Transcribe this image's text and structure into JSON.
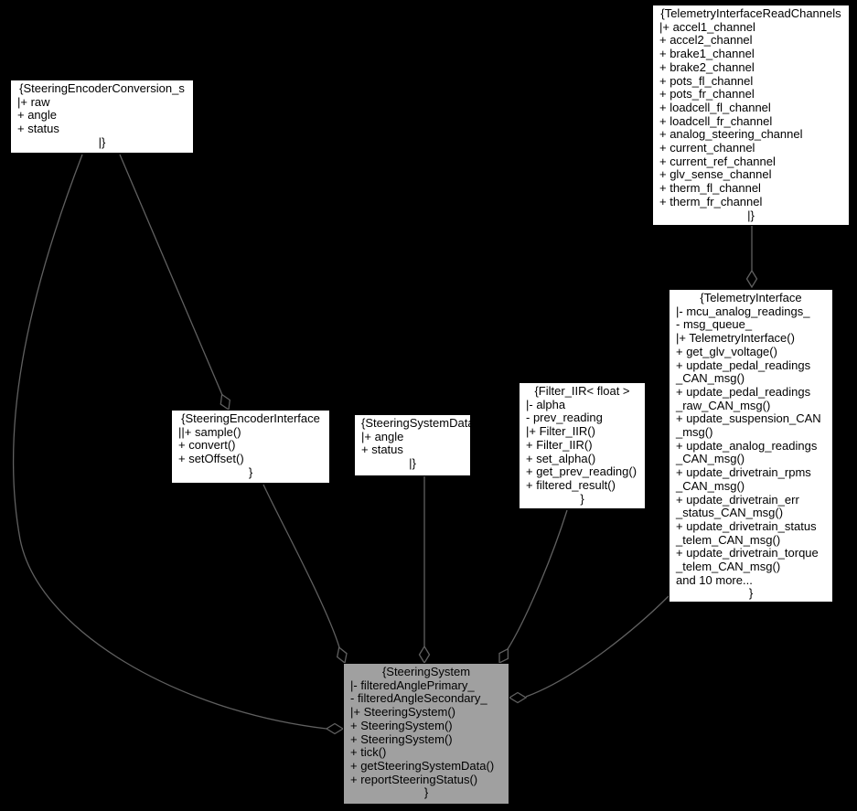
{
  "diagram": {
    "kind": "collaboration-diagram",
    "colors": {
      "background": "#000000",
      "edge": "#606060",
      "node_fill": "#ffffff",
      "node_border": "#000000",
      "highlight_fill": "#a0a0a0",
      "text": "#000000"
    },
    "nodes": [
      {
        "id": "SteeringEncoderConversion_s",
        "title": "{SteeringEncoderConversion_s",
        "lines": [
          "|+ raw",
          "+ angle",
          "+ status"
        ],
        "footer": "|}"
      },
      {
        "id": "TelemetryInterfaceReadChannels",
        "title": "{TelemetryInterfaceReadChannels",
        "lines": [
          "|+ accel1_channel",
          "+ accel2_channel",
          "+ brake1_channel",
          "+ brake2_channel",
          "+ pots_fl_channel",
          "+ pots_fr_channel",
          "+ loadcell_fl_channel",
          "+ loadcell_fr_channel",
          "+ analog_steering_channel",
          "+ current_channel",
          "+ current_ref_channel",
          "+ glv_sense_channel",
          "+ therm_fl_channel",
          "+ therm_fr_channel"
        ],
        "footer": "|}"
      },
      {
        "id": "SteeringEncoderInterface",
        "title": "{SteeringEncoderInterface",
        "lines": [
          "||+ sample()",
          "+ convert()",
          "+ setOffset()"
        ],
        "footer": "}"
      },
      {
        "id": "SteeringSystemData_s",
        "title": "{SteeringSystemData_s",
        "lines": [
          "|+ angle",
          "+ status"
        ],
        "footer": "|}"
      },
      {
        "id": "Filter_IIR_float",
        "title": "{Filter_IIR< float >",
        "lines": [
          "|- alpha",
          "- prev_reading",
          "|+ Filter_IIR()",
          "+ Filter_IIR()",
          "+ set_alpha()",
          "+ get_prev_reading()",
          "+ filtered_result()"
        ],
        "footer": "}"
      },
      {
        "id": "TelemetryInterface",
        "title": "{TelemetryInterface",
        "lines": [
          "|- mcu_analog_readings_",
          "- msg_queue_",
          "|+ TelemetryInterface()",
          "+ get_glv_voltage()",
          "+ update_pedal_readings",
          "_CAN_msg()",
          "+ update_pedal_readings",
          "_raw_CAN_msg()",
          "+ update_suspension_CAN",
          "_msg()",
          "+ update_analog_readings",
          "_CAN_msg()",
          "+ update_drivetrain_rpms",
          "_CAN_msg()",
          "+ update_drivetrain_err",
          "_status_CAN_msg()",
          "+ update_drivetrain_status",
          "_telem_CAN_msg()",
          "+ update_drivetrain_torque",
          "_telem_CAN_msg()",
          "and 10 more..."
        ],
        "footer": "}"
      },
      {
        "id": "SteeringSystem",
        "title": "{SteeringSystem",
        "lines": [
          "|- filteredAnglePrimary_",
          "- filteredAngleSecondary_",
          "|+ SteeringSystem()",
          "+ SteeringSystem()",
          "+ SteeringSystem()",
          "+ tick()",
          "+ getSteeringSystemData()",
          "+ reportSteeringStatus()"
        ],
        "footer": "}"
      }
    ],
    "edges": [
      {
        "from": "SteeringEncoderConversion_s",
        "to": "SteeringEncoderInterface",
        "relation": "aggregation"
      },
      {
        "from": "SteeringEncoderConversion_s",
        "to": "SteeringSystem",
        "relation": "aggregation"
      },
      {
        "from": "SteeringEncoderInterface",
        "to": "SteeringSystem",
        "relation": "aggregation"
      },
      {
        "from": "SteeringSystemData_s",
        "to": "SteeringSystem",
        "relation": "aggregation"
      },
      {
        "from": "Filter_IIR_float",
        "to": "SteeringSystem",
        "relation": "aggregation"
      },
      {
        "from": "TelemetryInterfaceReadChannels",
        "to": "TelemetryInterface",
        "relation": "aggregation"
      },
      {
        "from": "TelemetryInterface",
        "to": "SteeringSystem",
        "relation": "aggregation"
      }
    ]
  }
}
